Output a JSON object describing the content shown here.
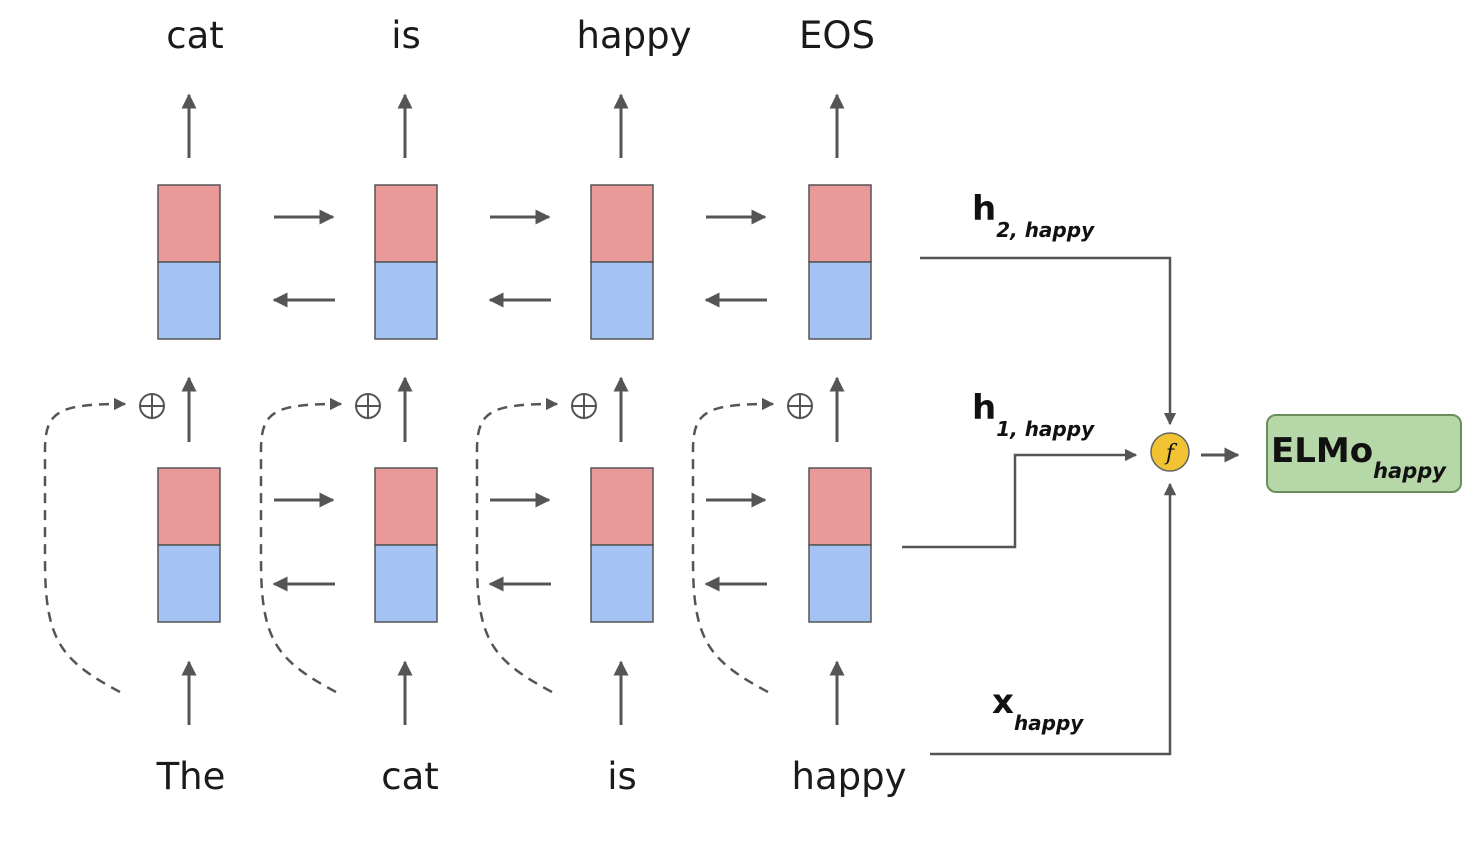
{
  "outputs": [
    "cat",
    "is",
    "happy",
    "EOS"
  ],
  "inputs": [
    "The",
    "cat",
    "is",
    "happy"
  ],
  "labels": {
    "h2": {
      "main": "h",
      "sub": "2, happy"
    },
    "h1": {
      "main": "h",
      "sub": "1, happy"
    },
    "x": {
      "main": "x",
      "sub": "happy"
    }
  },
  "combine": {
    "symbol": "f"
  },
  "elmo": {
    "main": "ELMo",
    "sub": "happy"
  },
  "colors": {
    "forward_state": "#ea9999",
    "backward_state": "#a4c2f4",
    "combine_node": "#f1c232",
    "elmo_box": "#b6d7a8",
    "elmo_border": "#6a8e5a",
    "lines": "#555555"
  }
}
